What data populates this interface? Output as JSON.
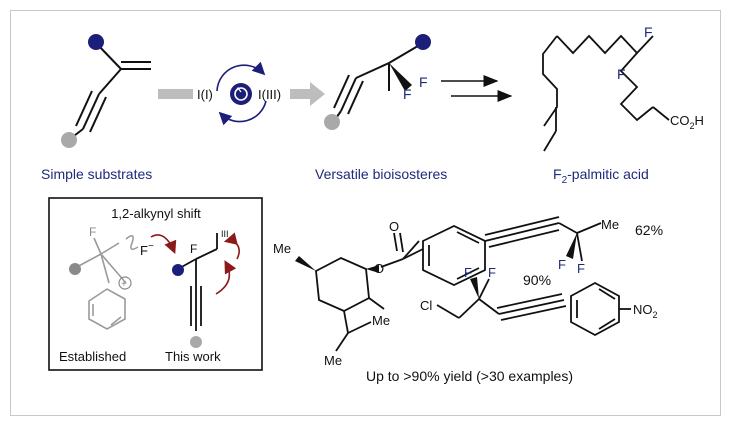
{
  "labels": {
    "simple_substrates": "Simple substrates",
    "versatile_bioisosteres": "Versatile bioisosteres",
    "palmitic_prefix": "F",
    "palmitic_sub": "2",
    "palmitic_suffix": "-palmitic acid",
    "catalyst_left": "I(I)",
    "catalyst_right": "I(III)",
    "inset_title": "1,2-alkynyl shift",
    "established": "Established",
    "this_work": "This work",
    "yield_summary": "Up to >90% yield (>30 examples)"
  },
  "atoms": {
    "F": "F",
    "F_minus": "F",
    "minus": "−",
    "co2h_prefix": "CO",
    "co2h_sub": "2",
    "co2h_suffix": "H",
    "Me": "Me",
    "O": "O",
    "Cl": "Cl",
    "no2_prefix": "NO",
    "no2_sub": "2",
    "iii": "III",
    "plus": "+"
  },
  "yields": {
    "product1": "62%",
    "product2": "90%"
  },
  "colors": {
    "blue_atom": "#1b1f7a",
    "grey_atom": "#a9a9a9",
    "red_arrow": "#8b1a1a",
    "arrow_grey": "#bdbdbd"
  }
}
